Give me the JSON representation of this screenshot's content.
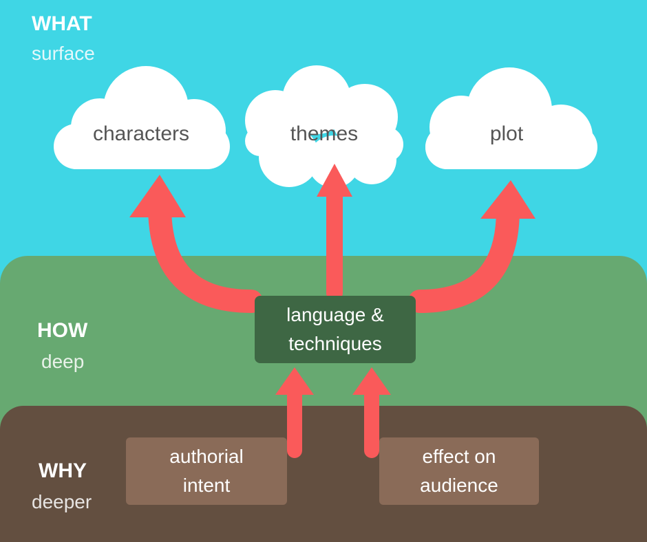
{
  "colors": {
    "sky": "#3fd6e5",
    "ground": "#67a971",
    "earth": "#634f40",
    "cloud": "#ffffff",
    "arrow": "#fa5a5a",
    "center_box": "#3e6744",
    "bottom_box": "#8a6b58",
    "cloud_text": "#555555"
  },
  "levels": {
    "what": {
      "title": "WHAT",
      "subtitle": "surface"
    },
    "how": {
      "title": "HOW",
      "subtitle": "deep"
    },
    "why": {
      "title": "WHY",
      "subtitle": "deeper"
    }
  },
  "clouds": {
    "characters": "characters",
    "themes": "themes",
    "plot": "plot"
  },
  "center": {
    "line1": "language &",
    "line2": "techniques"
  },
  "bottom": {
    "left": {
      "line1": "authorial",
      "line2": "intent"
    },
    "right": {
      "line1": "effect on",
      "line2": "audience"
    }
  }
}
